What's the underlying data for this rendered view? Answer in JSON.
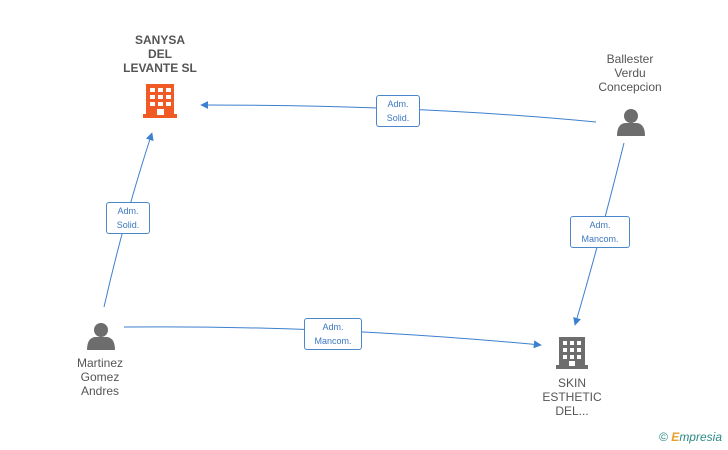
{
  "colors": {
    "edge": "#3d7fd0",
    "company_main": "#f15a24",
    "company_other": "#6d6d6d",
    "person": "#6d6d6d"
  },
  "nodes": {
    "sanysa": {
      "label": "SANYSA\nDEL\nLEVANTE SL",
      "icon": "building-icon"
    },
    "ballester": {
      "label": "Ballester\nVerdu\nConcepcion",
      "icon": "person-icon"
    },
    "martinez": {
      "label": "Martinez\nGomez\nAndres",
      "icon": "person-icon"
    },
    "skin": {
      "label": "SKIN\nESTHETIC\nDEL...",
      "icon": "building-icon"
    }
  },
  "edges": [
    {
      "from": "ballester",
      "to": "sanysa",
      "label": "Adm.\nSolid."
    },
    {
      "from": "martinez",
      "to": "sanysa",
      "label": "Adm.\nSolid."
    },
    {
      "from": "ballester",
      "to": "skin",
      "label": "Adm.\nMancom."
    },
    {
      "from": "martinez",
      "to": "skin",
      "label": "Adm.\nMancom."
    }
  ],
  "watermark": {
    "symbol": "©",
    "brand_initial": "E",
    "brand_rest": "mpresia"
  }
}
